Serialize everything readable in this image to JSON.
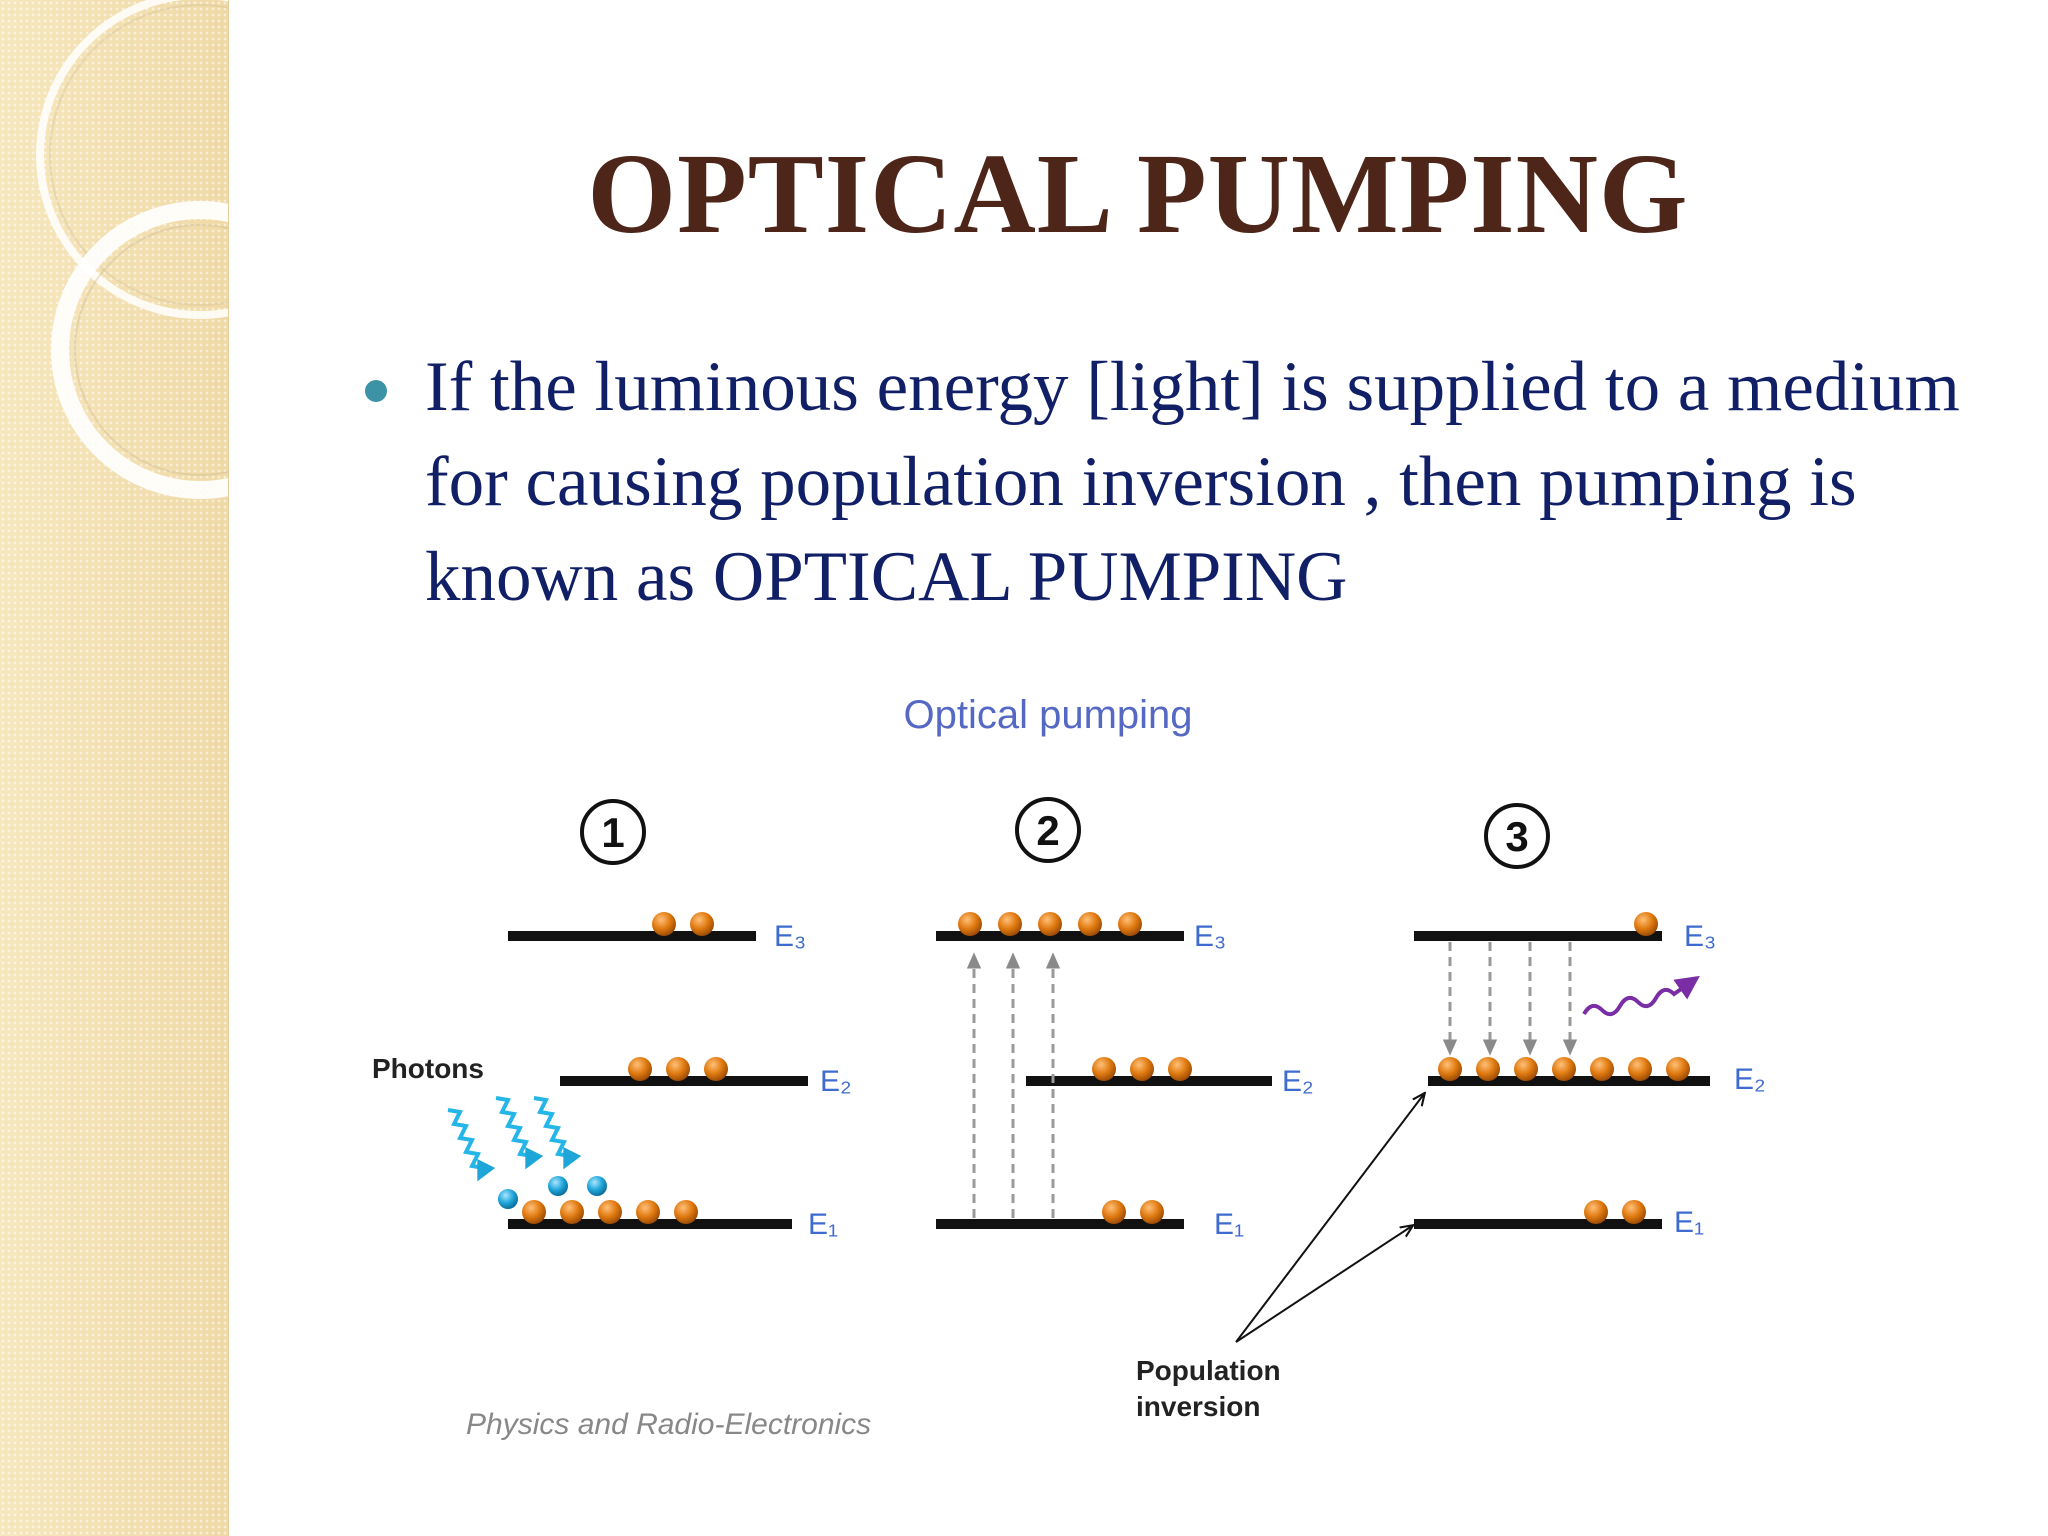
{
  "slide": {
    "title": "OPTICAL PUMPING",
    "bullet": "If the luminous energy [light] is supplied to a medium  for causing population inversion , then pumping is known as OPTICAL PUMPING"
  },
  "diagram": {
    "title": "Optical pumping",
    "steps": [
      {
        "number": "1",
        "levels": {
          "E3": 2,
          "E2": 3,
          "E1": 5
        },
        "photons_label": "Photons",
        "incoming_photons": 3
      },
      {
        "number": "2",
        "levels": {
          "E3": 5,
          "E2": 3,
          "E1": 2
        },
        "pump_arrows": 3
      },
      {
        "number": "3",
        "levels": {
          "E3": 1,
          "E2": 7,
          "E1": 2
        },
        "decay_arrows": 4,
        "emitted_photon": true
      }
    ],
    "level_labels": {
      "e3": "E₃",
      "e2": "E₂",
      "e1": "E₁"
    },
    "annotation": {
      "line1": "Population",
      "line2": "inversion"
    },
    "credit": "Physics and Radio-Electronics",
    "colors": {
      "electron": "#e07a10",
      "photon": "#1fa6d9",
      "photon_wave": "#25b5e6",
      "level_label": "#3d6bd0",
      "diagram_title": "#5468c4",
      "title": "#4e2619",
      "bullet_text": "#101f66",
      "bullet_dot": "#3d93a6",
      "emitted_wave": "#7a2ea6"
    }
  }
}
